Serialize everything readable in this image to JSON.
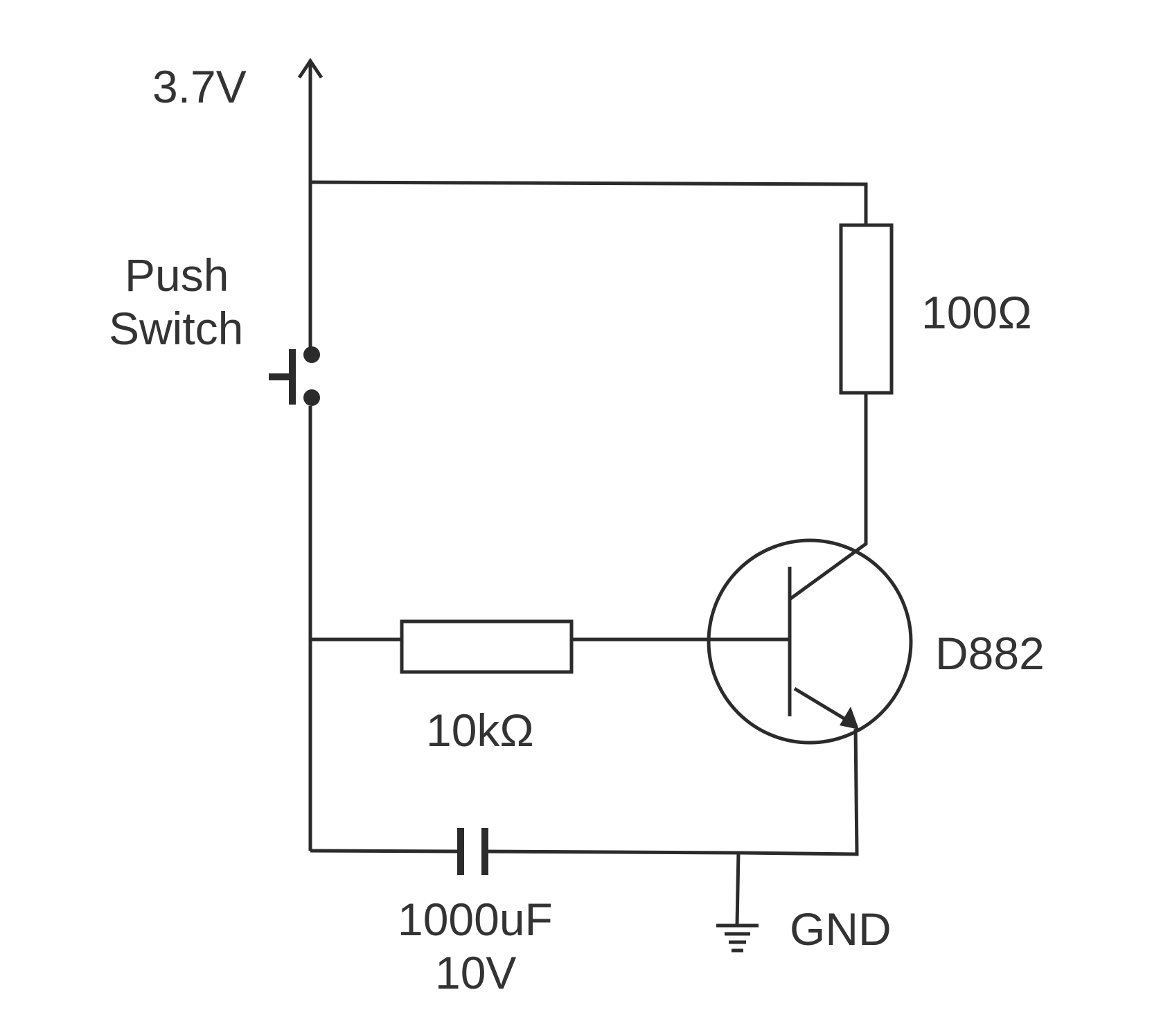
{
  "colors": {
    "line": "#2b2b2b",
    "text": "#333333",
    "background": "#ffffff"
  },
  "labels": {
    "supply_voltage": "3.7V",
    "push_switch_line1": "Push",
    "push_switch_line2": "Switch",
    "resistor_collector": "100Ω",
    "transistor": "D882",
    "resistor_base": "10kΩ",
    "capacitor_value": "1000uF",
    "capacitor_voltage": "10V",
    "ground": "GND"
  },
  "icons": {
    "supply": "up-arrow-icon",
    "switch": "push-switch-icon",
    "ground": "ground-icon"
  }
}
